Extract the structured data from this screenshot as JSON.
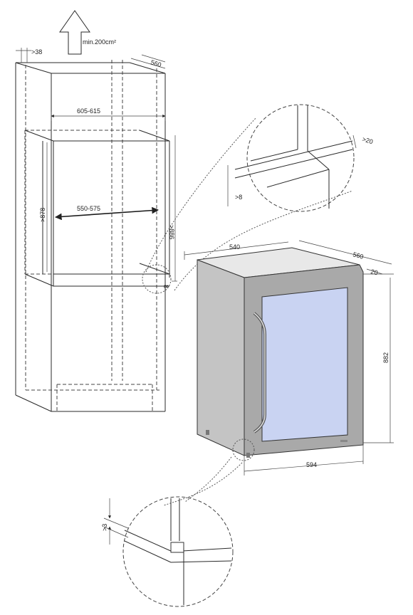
{
  "labels": {
    "vent": "min.200cm²",
    "d38": ">38",
    "d560_top": "560",
    "d605": "605-615",
    "d878": ">878",
    "d550": "550-575",
    "d886": ">886",
    "d8_small": "8",
    "d20_detail": ">20",
    "d8_detail": ">8",
    "d540": "540",
    "d560_unit": "560",
    "d20_unit": "20",
    "d882": "882",
    "d594": "594",
    "d3_detail": ">3"
  },
  "colors": {
    "appliance_body": "#c4c4c4",
    "appliance_frame": "#a9a9a9",
    "glass": "#c9d3f2",
    "line": "#2a2a2a"
  }
}
